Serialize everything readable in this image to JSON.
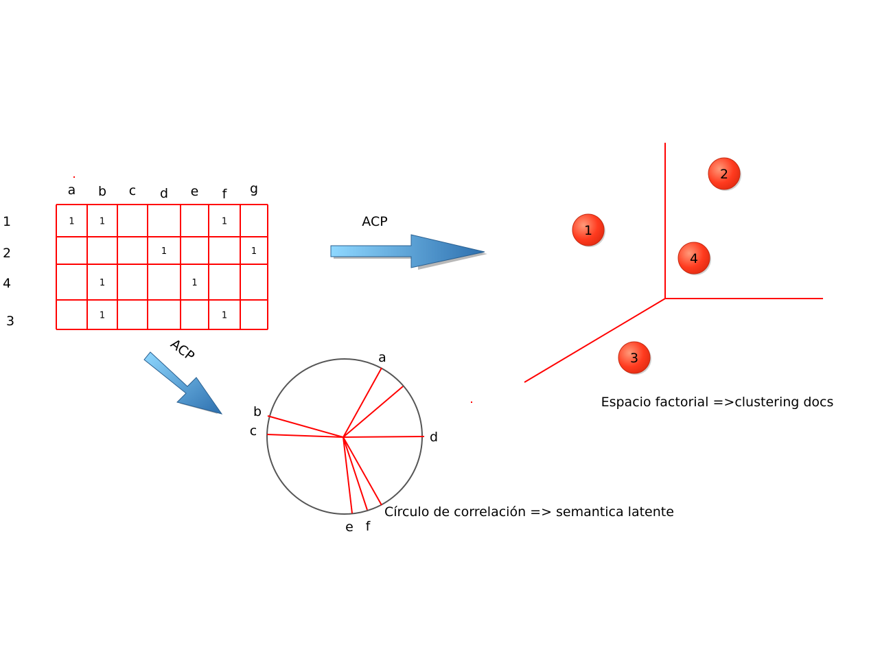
{
  "matrix": {
    "col_labels": [
      "a",
      "b",
      "c",
      "d",
      "e",
      "f",
      "g"
    ],
    "row_labels": [
      "1",
      "2",
      "4",
      "3"
    ],
    "cells": [
      {
        "row": 0,
        "col": 0,
        "value": "1"
      },
      {
        "row": 0,
        "col": 1,
        "value": "1"
      },
      {
        "row": 0,
        "col": 5,
        "value": "1"
      },
      {
        "row": 1,
        "col": 3,
        "value": "1"
      },
      {
        "row": 1,
        "col": 6,
        "value": "1"
      },
      {
        "row": 2,
        "col": 1,
        "value": "1"
      },
      {
        "row": 2,
        "col": 4,
        "value": "1"
      },
      {
        "row": 3,
        "col": 1,
        "value": "1"
      },
      {
        "row": 3,
        "col": 5,
        "value": "1"
      }
    ],
    "grid_color": "#ff0000"
  },
  "arrows": {
    "right_label": "ACP",
    "diagonal_label": "ACP",
    "gradient_start": "#8fd8ff",
    "gradient_end": "#2d6fae"
  },
  "factorial_space": {
    "clusters": [
      "2",
      "1",
      "4",
      "3"
    ],
    "caption": "Espacio factorial =>clustering docs",
    "axis_color": "#ff0000",
    "cluster_color": "#ff3b1f"
  },
  "correlation_circle": {
    "vector_labels": [
      "a",
      "b",
      "c",
      "d",
      "e",
      "f"
    ],
    "caption": "Círculo de correlación => semantica latente",
    "circle_color": "#555555",
    "vector_color": "#ff0000"
  }
}
